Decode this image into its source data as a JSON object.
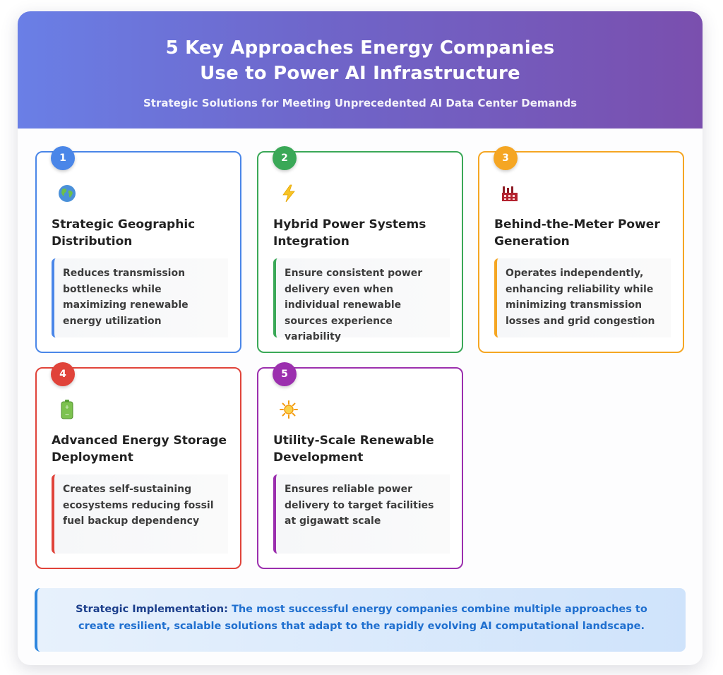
{
  "header": {
    "title_line1": "5 Key Approaches Energy Companies",
    "title_line2": "Use to Power AI Infrastructure",
    "subtitle": "Strategic Solutions for Meeting Unprecedented AI Data Center Demands"
  },
  "approaches": [
    {
      "number": "1",
      "icon": "globe-icon",
      "title": "Strategic Geographic Distribution",
      "description": "Reduces transmission bottlenecks while maximizing renewable energy utilization",
      "color": "#4a86e8"
    },
    {
      "number": "2",
      "icon": "lightning-icon",
      "title": "Hybrid Power Systems Integration",
      "description": "Ensure consistent power delivery even when individual renewable sources experience variability",
      "color": "#3aa857"
    },
    {
      "number": "3",
      "icon": "factory-icon",
      "title": "Behind-the-Meter Power Generation",
      "description": "Operates independently, enhancing reliability while minimizing transmission losses and grid congestion",
      "color": "#f5a623"
    },
    {
      "number": "4",
      "icon": "battery-icon",
      "title": "Advanced Energy Storage Deployment",
      "description": "Creates self-sustaining ecosystems reducing fossil fuel backup dependency",
      "color": "#e0433a"
    },
    {
      "number": "5",
      "icon": "sun-icon",
      "title": "Utility-Scale Renewable Development",
      "description": "Ensures reliable power delivery to target facilities at gigawatt scale",
      "color": "#9b2fae"
    }
  ],
  "footer": {
    "lead": "Strategic Implementation:",
    "text": "The most successful energy companies combine multiple approaches to create resilient, scalable solutions that adapt to the rapidly evolving AI computational landscape."
  }
}
